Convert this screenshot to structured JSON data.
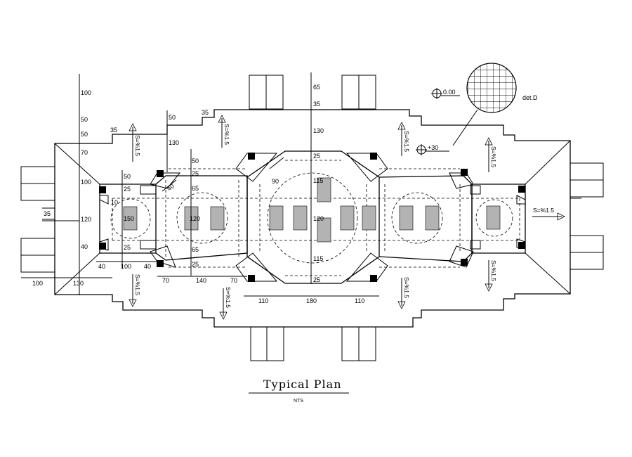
{
  "title": "Typical Plan",
  "subtitle": "NTS",
  "detail_label": "det.D",
  "levels": {
    "upper": "0.00",
    "lower": "+30"
  },
  "slope_label": "S=%1.5",
  "dims": {
    "left_vertical": [
      "100",
      "50",
      "50",
      "70",
      "100",
      "120",
      "40"
    ],
    "left_35": "35",
    "left_bottom": [
      "100",
      "130"
    ],
    "row_40_100_40": [
      "40",
      "100",
      "40"
    ],
    "row_70_140_70": [
      "70",
      "140",
      "70"
    ],
    "row_110_180_110": [
      "110",
      "180",
      "110"
    ],
    "col2": [
      "50",
      "130"
    ],
    "col2_35": "35",
    "col2_35b": "35",
    "col3": [
      "50",
      "25",
      "65",
      "120",
      "65",
      "25"
    ],
    "col4": [
      "65",
      "35",
      "130",
      "25",
      "115",
      "120",
      "115",
      "25"
    ],
    "inner": [
      "50",
      "25",
      "10",
      "150",
      "25"
    ],
    "diag_40": "40",
    "diag_90": "90"
  },
  "colors": {
    "line": "#000000",
    "column_fill": "#b3b3b3",
    "post_fill": "#000000"
  }
}
